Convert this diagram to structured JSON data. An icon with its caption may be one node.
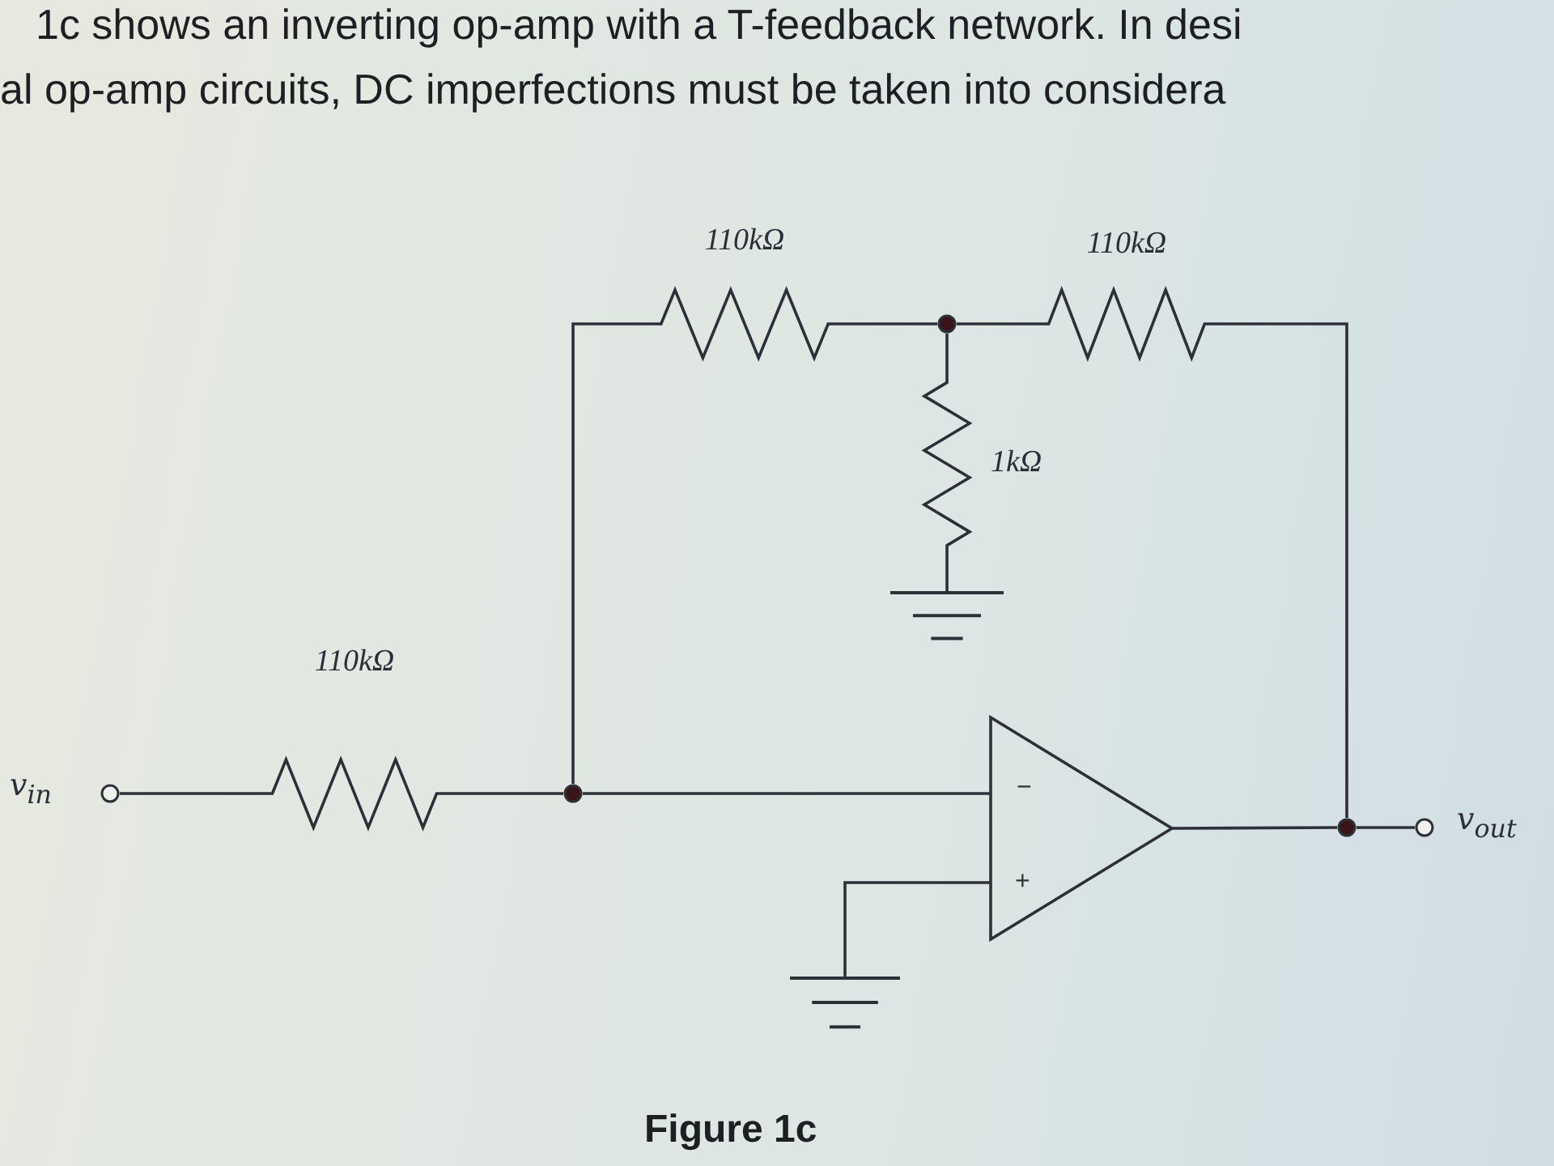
{
  "diagram": {
    "caption": "Figure 1c",
    "nodes": [
      {
        "text": [],
        "shape": "circle",
        "beside": [
          "v$_{in}$"
        ]
      },
      {
        "text": [
          "110kΩ"
        ]
      },
      {
        "text": [],
        "shape": "circle"
      },
      {
        "text": [
          "110kΩ"
        ]
      },
      {
        "text": [],
        "shape": "circle"
      },
      {
        "text": [
          "110kΩ"
        ]
      },
      {
        "text": [
          "1kΩ"
        ]
      },
      {
        "text": [],
        "shape": "ground"
      },
      {
        "text": [
          "−",
          "+"
        ]
      },
      {
        "text": [],
        "shape": "ground"
      },
      {
        "text": [],
        "shape": "circle"
      },
      {
        "text": [],
        "shape": "circle",
        "beside": [
          "v$_{out}$"
        ]
      }
    ],
    "edges": [
      {
        "from": 0,
        "to": 1,
        "arrow": "none"
      },
      {
        "from": 1,
        "to": 2,
        "arrow": "none"
      },
      {
        "from": 2,
        "to": 3,
        "arrow": "none"
      },
      {
        "from": 3,
        "to": 4,
        "arrow": "none"
      },
      {
        "from": 4,
        "to": 5,
        "arrow": "none"
      },
      {
        "from": 5,
        "to": 10,
        "arrow": "none"
      },
      {
        "from": 4,
        "to": 6,
        "arrow": "none"
      },
      {
        "from": 6,
        "to": 7,
        "arrow": "none"
      },
      {
        "from": 2,
        "to": 8,
        "arrow": "none"
      },
      {
        "from": 9,
        "to": 8,
        "arrow": "none"
      },
      {
        "from": 8,
        "to": 10,
        "arrow": "none"
      },
      {
        "from": 10,
        "to": 11,
        "arrow": "none"
      }
    ],
    "labels": [
      "1c shows an inverting op-amp with a T-feedback network. In desi",
      "al op-amp circuits, DC imperfections must be taken into considera"
    ]
  }
}
